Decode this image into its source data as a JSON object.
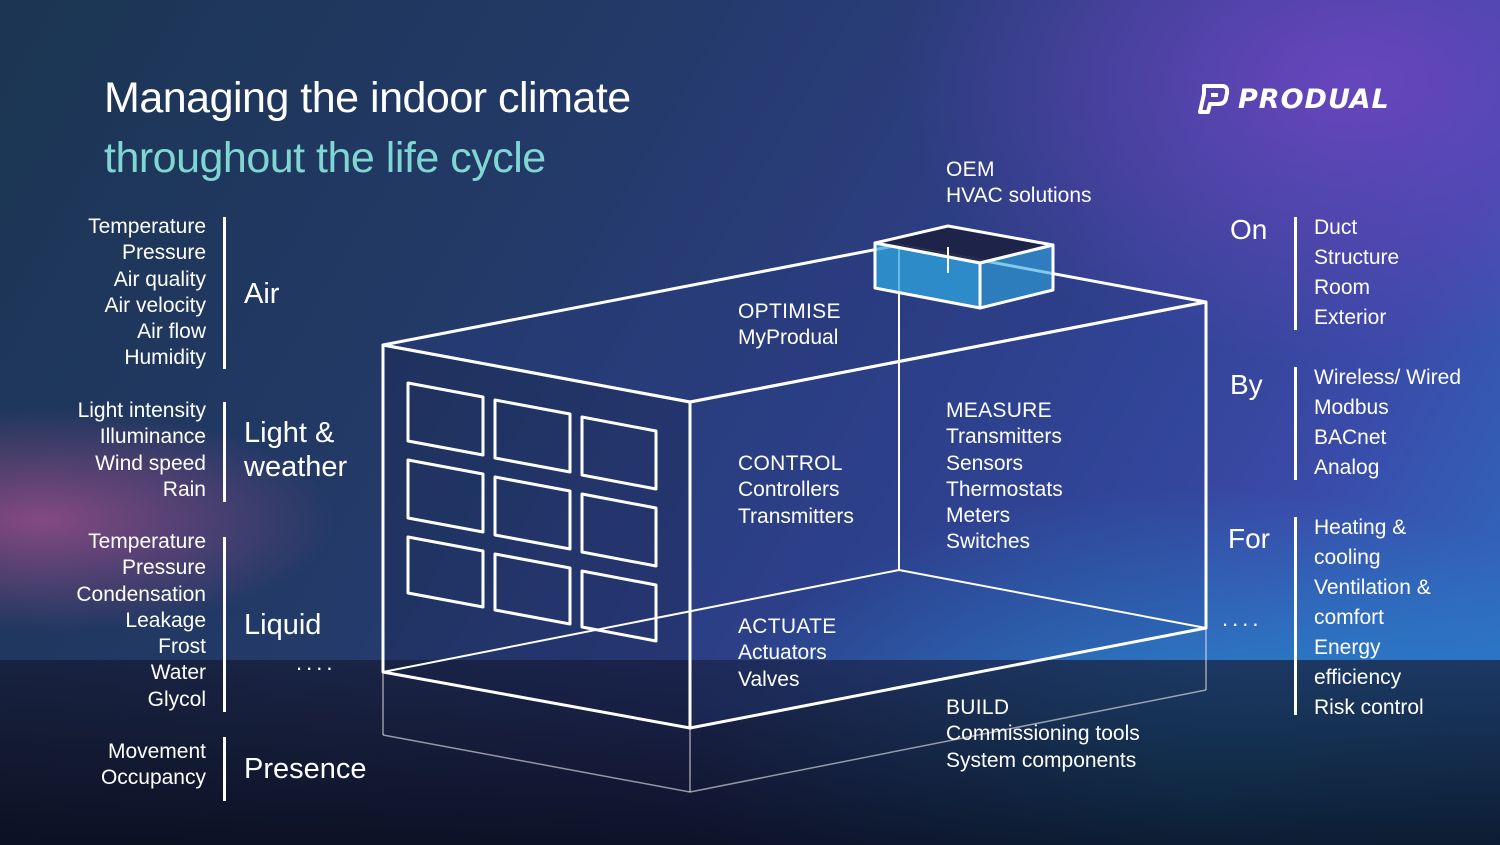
{
  "title": {
    "line1": "Managing the indoor climate",
    "line2": "throughout the life cycle"
  },
  "brand": {
    "name": "PRODUAL"
  },
  "colors": {
    "title_accent": "#7fd6d2",
    "line": "#ffffff",
    "unit_fill": "#2fa6e0"
  },
  "left_groups": {
    "air": {
      "label": "Air",
      "items": [
        "Temperature",
        "Pressure",
        "Air quality",
        "Air velocity",
        "Air flow",
        "Humidity"
      ]
    },
    "light": {
      "label_line1": "Light &",
      "label_line2": "weather",
      "items": [
        "Light intensity",
        "Illuminance",
        "Wind speed",
        "Rain"
      ]
    },
    "liquid": {
      "label": "Liquid",
      "items": [
        "Temperature",
        "Pressure",
        "Condensation",
        "Leakage",
        "Frost",
        "Water",
        "Glycol"
      ]
    },
    "presence": {
      "label": "Presence",
      "items": [
        "Movement",
        "Occupancy"
      ]
    }
  },
  "center_blocks": {
    "oem": {
      "title": "OEM",
      "lines": [
        "HVAC solutions"
      ]
    },
    "optimise": {
      "title": "OPTIMISE",
      "lines": [
        "MyProdual"
      ]
    },
    "control": {
      "title": "CONTROL",
      "lines": [
        "Controllers",
        "Transmitters"
      ]
    },
    "measure": {
      "title": "MEASURE",
      "lines": [
        "Transmitters",
        "Sensors",
        "Thermostats",
        "Meters",
        "Switches"
      ]
    },
    "actuate": {
      "title": "ACTUATE",
      "lines": [
        "Actuators",
        "Valves"
      ]
    },
    "build": {
      "title": "BUILD",
      "lines": [
        "Commissioning tools",
        "System components"
      ]
    }
  },
  "right_groups": {
    "on": {
      "label": "On",
      "items": [
        "Duct",
        "Structure",
        "Room",
        "Exterior"
      ]
    },
    "by": {
      "label": "By",
      "items": [
        "Wireless/ Wired",
        "Modbus",
        "BACnet",
        "Analog"
      ]
    },
    "for": {
      "label": "For",
      "items": [
        "Heating &",
        "cooling",
        "Ventilation &",
        "comfort",
        "Energy",
        "efficiency",
        "Risk control"
      ]
    }
  },
  "connectors": {
    "left": "....",
    "right": "...."
  }
}
